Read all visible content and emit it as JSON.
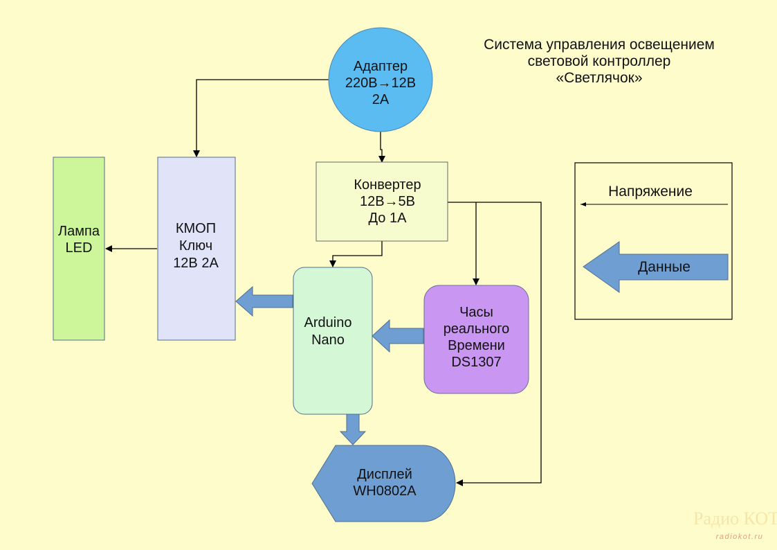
{
  "title": {
    "line1": "Система управления освещением",
    "line2": "световой контроллер",
    "line3": "«Светлячок»"
  },
  "blocks": {
    "adapter": {
      "line1": "Адаптер",
      "line2": "220В→12В",
      "line3": "2А",
      "color": "#5bbcf2"
    },
    "converter": {
      "line1": "Конвертер",
      "line2": "12В→5В",
      "line3": "До 1А",
      "color": "#f7fccf"
    },
    "lamp": {
      "line1": "Лампа",
      "line2": "LED",
      "color": "#cdf59a"
    },
    "cmos_switch": {
      "line1": "КМОП",
      "line2": "Ключ",
      "line3": "12В 2А",
      "color": "#e1e3f9"
    },
    "arduino": {
      "line1": "Arduino",
      "line2": "Nano",
      "color": "#d4f7d6"
    },
    "rtc": {
      "line1": "Часы",
      "line2": "реального",
      "line3": "Времени",
      "line4": "DS1307",
      "color": "#c997f2"
    },
    "display": {
      "line1": "Дисплей",
      "line2": "WH0802A",
      "color": "#6f9fd2"
    }
  },
  "legend": {
    "voltage_label": "Напряжение",
    "data_label": "Данные"
  },
  "colors": {
    "background": "#fffccc",
    "data_arrow": "#6f9fd2",
    "line": "#000000"
  },
  "watermark": {
    "brand": "Радио КОТ",
    "url": "radiokot.ru"
  }
}
